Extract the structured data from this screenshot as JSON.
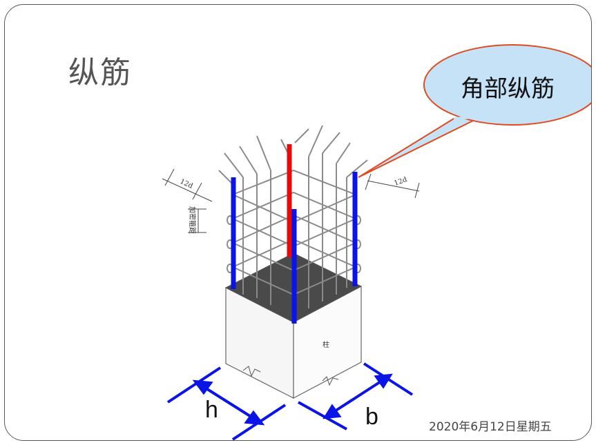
{
  "slide": {
    "title": "纵筋",
    "callout": "角部纵筋",
    "date": "2020年6月12日星期五"
  },
  "diagram": {
    "dimension_h": "h",
    "dimension_b": "b",
    "label_12d_left": "12d",
    "label_12d_right": "12d",
    "label_dense_zone": "加密箍距",
    "column_label": "柱"
  },
  "colors": {
    "corner_bar": "#0a14e6",
    "middle_bar": "#e60a0a",
    "callout_fill": "#c6e2f6",
    "callout_stroke": "#e04a1e"
  }
}
